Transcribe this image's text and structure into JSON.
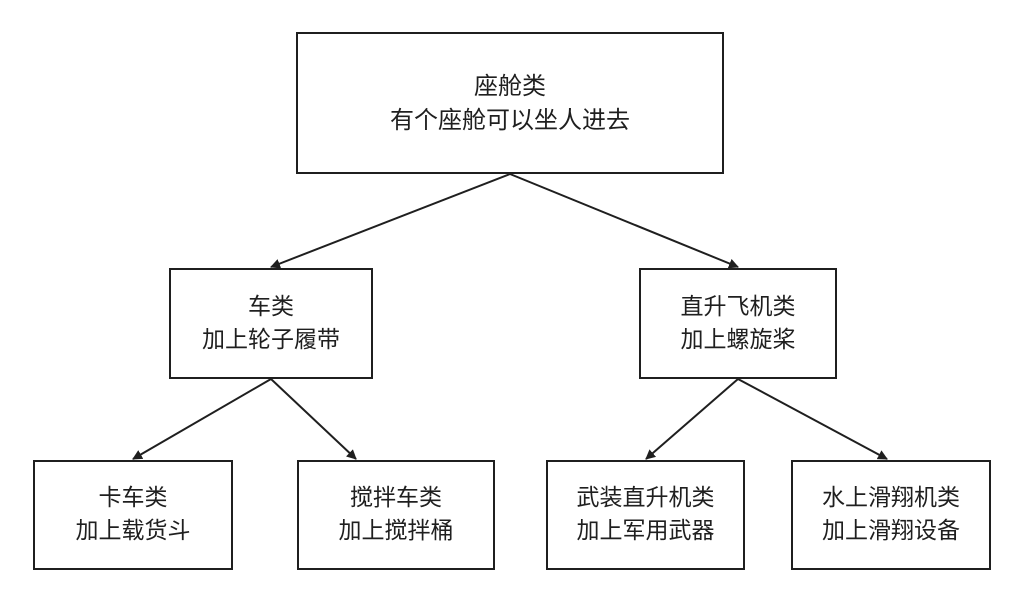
{
  "diagram": {
    "root": {
      "title": "座舱类",
      "desc": "有个座舱可以坐人进去"
    },
    "car": {
      "title": "车类",
      "desc": "加上轮子履带"
    },
    "helicopter": {
      "title": "直升飞机类",
      "desc": "加上螺旋桨"
    },
    "truck": {
      "title": "卡车类",
      "desc": "加上载货斗"
    },
    "mixer": {
      "title": "搅拌车类",
      "desc": "加上搅拌桶"
    },
    "armed_helicopter": {
      "title": "武装直升机类",
      "desc": "加上军用武器"
    },
    "water_glider": {
      "title": "水上滑翔机类",
      "desc": "加上滑翔设备"
    },
    "edges": [
      {
        "from": "root",
        "to": "car"
      },
      {
        "from": "root",
        "to": "helicopter"
      },
      {
        "from": "car",
        "to": "truck"
      },
      {
        "from": "car",
        "to": "mixer"
      },
      {
        "from": "helicopter",
        "to": "armed_helicopter"
      },
      {
        "from": "helicopter",
        "to": "water_glider"
      }
    ],
    "colors": {
      "line": "#1f1f1f",
      "node_fill": "#ffffff"
    }
  }
}
